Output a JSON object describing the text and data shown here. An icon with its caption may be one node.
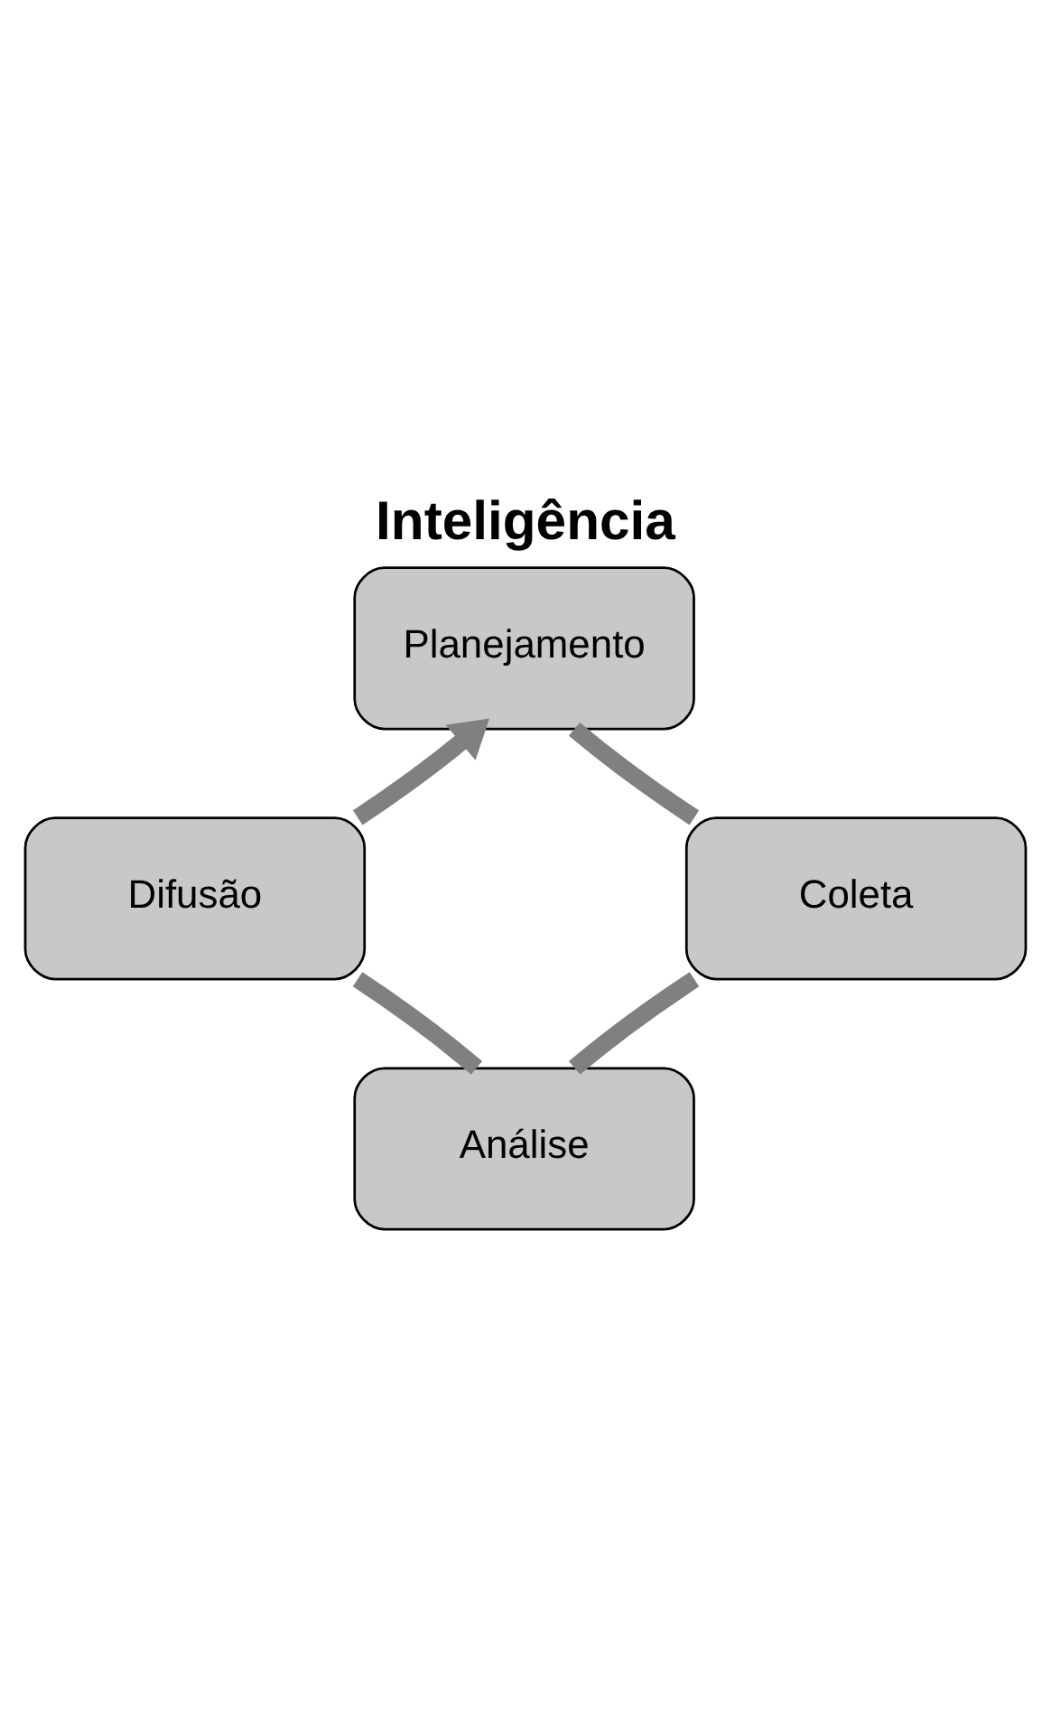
{
  "diagram": {
    "title": "Inteligência",
    "nodes": [
      {
        "text": [
          "Planejamento"
        ]
      },
      {
        "text": [
          "Coleta"
        ]
      },
      {
        "text": [
          "Análise"
        ]
      },
      {
        "text": [
          "Difusão"
        ]
      }
    ],
    "edges": [
      {
        "from": 0,
        "to": 1,
        "arrow": "none"
      },
      {
        "from": 1,
        "to": 2,
        "arrow": "none"
      },
      {
        "from": 2,
        "to": 3,
        "arrow": "none"
      },
      {
        "from": 3,
        "to": 0,
        "arrow": "to"
      }
    ]
  }
}
